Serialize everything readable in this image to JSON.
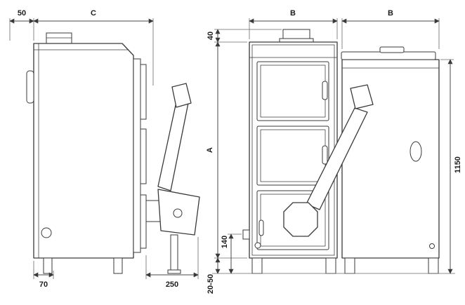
{
  "page": {
    "background_color": "#ffffff",
    "line_color": "#3a3a3a"
  },
  "dimensions": {
    "side_view": {
      "top_offset": "50",
      "depth": "C",
      "foot_offset": "70",
      "burner_projection": "250"
    },
    "front_view": {
      "boiler_width": "B",
      "hopper_width": "B",
      "flue_height": "40",
      "body_height": "A",
      "burner_height": "140",
      "foot_adjust": "20-50",
      "hopper_height": "1150"
    }
  }
}
